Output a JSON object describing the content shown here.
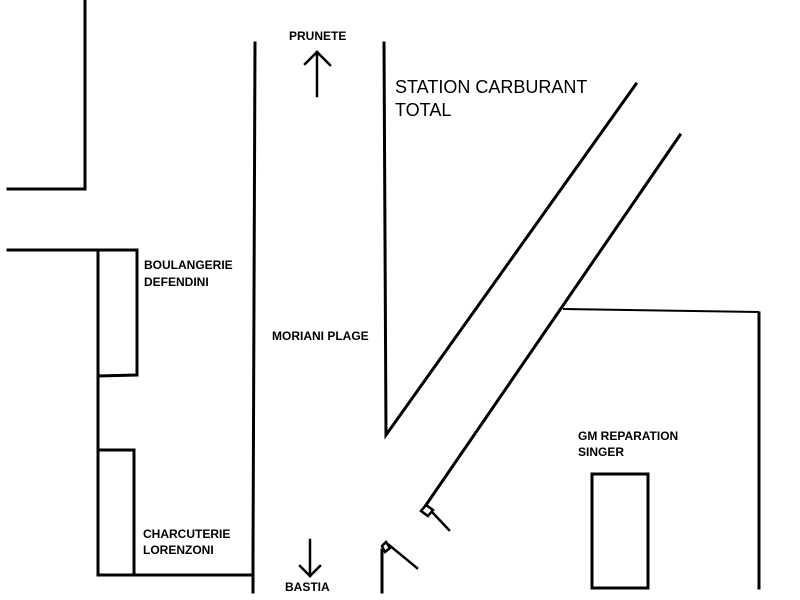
{
  "diagram": {
    "type": "hand-drawn street map sketch",
    "directions": {
      "north": {
        "label": "PRUNETE",
        "arrow": "up-arrow"
      },
      "south": {
        "label": "BASTIA",
        "arrow": "down-arrow"
      }
    },
    "street_label": "MORIANI PLAGE",
    "places": [
      {
        "id": "station",
        "lines": [
          "STATION CARBURANT",
          "TOTAL"
        ]
      },
      {
        "id": "boulangerie",
        "lines": [
          "BOULANGERIE",
          "DEFENDINI"
        ]
      },
      {
        "id": "charcuterie",
        "lines": [
          "CHARCUTERIE",
          "LORENZONI"
        ]
      },
      {
        "id": "garage",
        "lines": [
          "GM REPARATION",
          "SINGER"
        ]
      }
    ],
    "colors": {
      "line": "#000000",
      "background": "#ffffff"
    }
  }
}
